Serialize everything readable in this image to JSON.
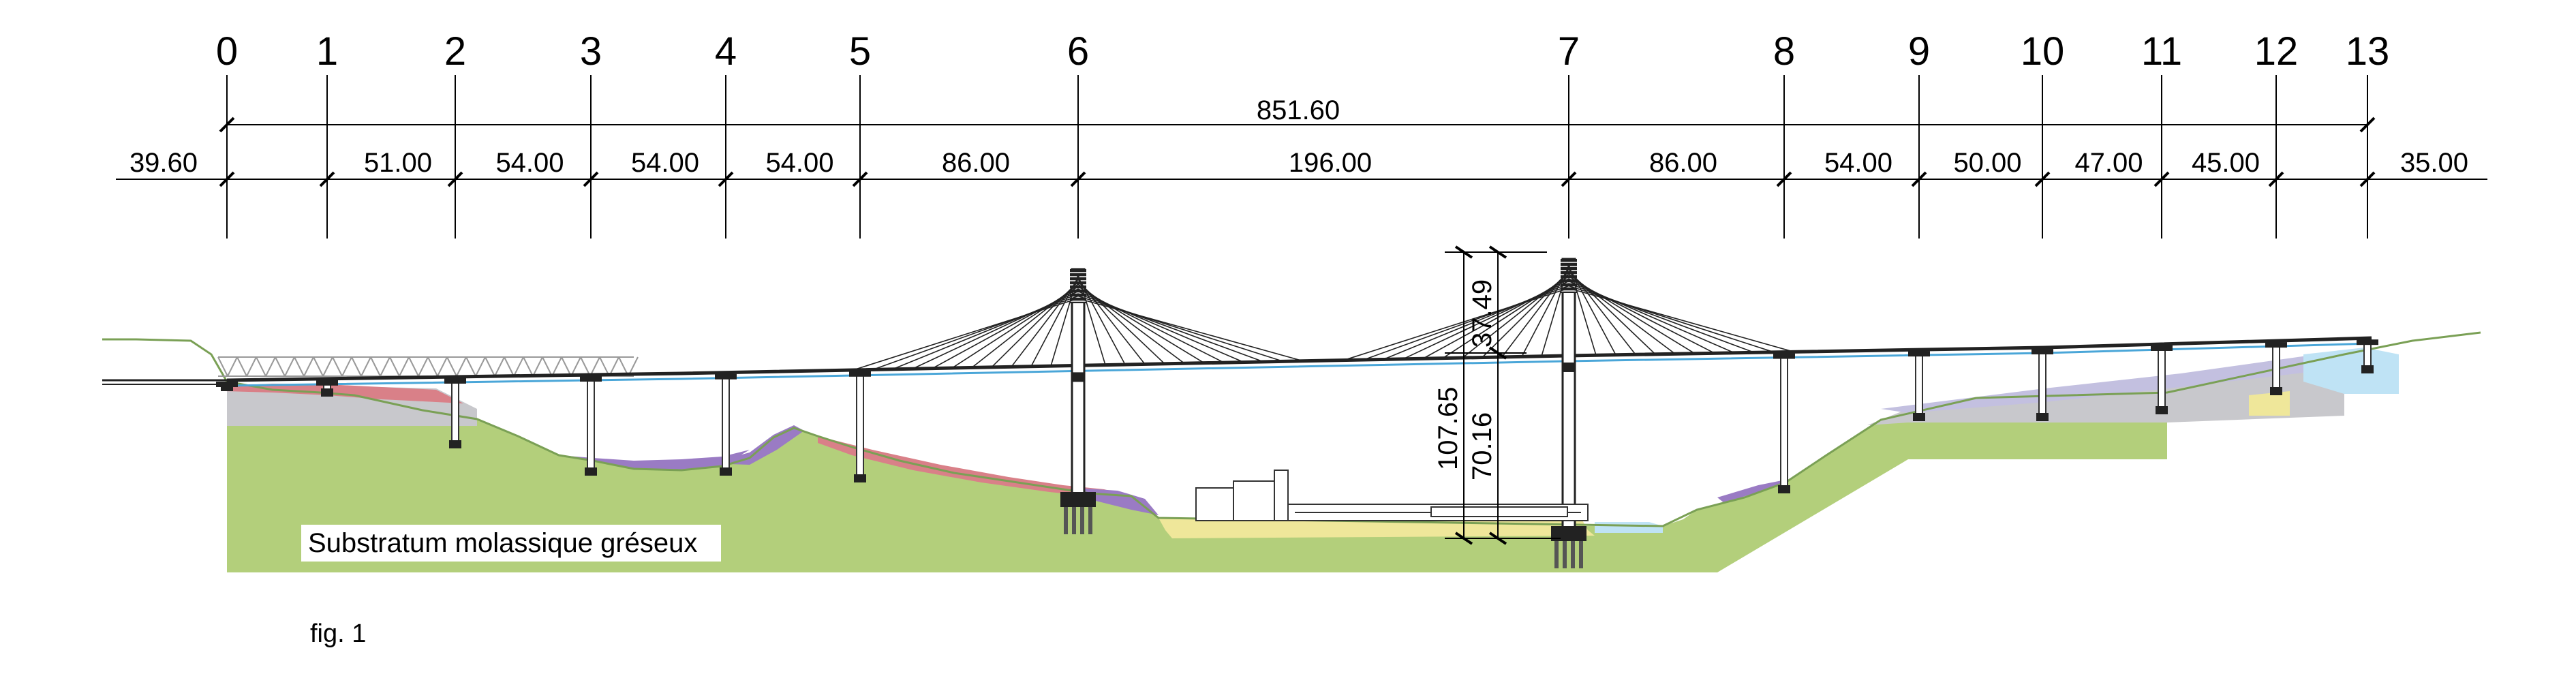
{
  "piers": [
    "0",
    "1",
    "2",
    "3",
    "4",
    "5",
    "6",
    "7",
    "8",
    "9",
    "10",
    "11",
    "12",
    "13"
  ],
  "total_length": "851.60",
  "end_left": "39.60",
  "end_right": "35.00",
  "spans": [
    "51.00",
    "54.00",
    "54.00",
    "54.00",
    "86.00",
    "196.00",
    "86.00",
    "54.00",
    "50.00",
    "47.00",
    "45.00"
  ],
  "pylon_dims": {
    "top_mast": "37.49",
    "full_height": "107.65",
    "deck_height": "70.16"
  },
  "substratum_label": "Substratum molassique gréseux",
  "caption": "fig. 1",
  "colors": {
    "molasse": "#b3cf7b",
    "gravel": "#c8c8cc",
    "clay": "#9a7bc4",
    "silt": "#d98088",
    "alluvium": "#efe79a",
    "water": "#bfe3f5"
  }
}
